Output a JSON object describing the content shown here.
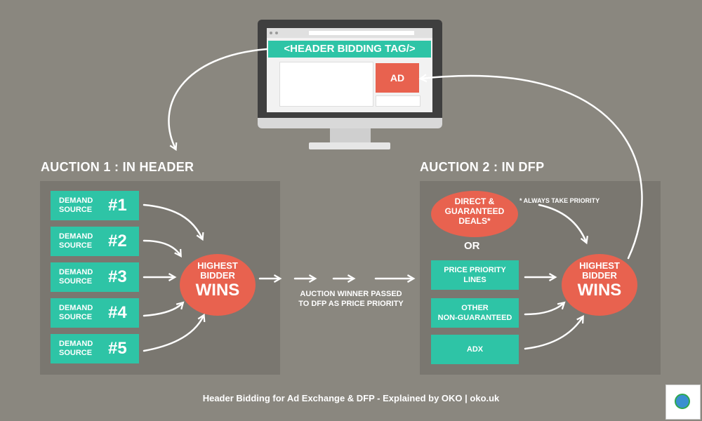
{
  "browser": {
    "header_tag": "<HEADER BIDDING TAG/>",
    "ad_label": "AD"
  },
  "auction1": {
    "title": "AUCTION 1 : IN HEADER",
    "sources": [
      {
        "label": "DEMAND SOURCE",
        "num": "#1"
      },
      {
        "label": "DEMAND SOURCE",
        "num": "#2"
      },
      {
        "label": "DEMAND SOURCE",
        "num": "#3"
      },
      {
        "label": "DEMAND SOURCE",
        "num": "#4"
      },
      {
        "label": "DEMAND SOURCE",
        "num": "#5"
      }
    ],
    "winner": {
      "line1": "HIGHEST",
      "line2": "BIDDER",
      "line3": "WINS"
    }
  },
  "middle": {
    "caption_line1": "AUCTION WINNER PASSED",
    "caption_line2": "TO DFP AS PRICE PRIORITY"
  },
  "auction2": {
    "title": "AUCTION 2 : IN DFP",
    "direct": {
      "line1": "DIRECT &",
      "line2": "GUARANTEED",
      "line3": "DEALS*"
    },
    "priority_note": "* ALWAYS TAKE PRIORITY",
    "or_label": "OR",
    "lines": [
      {
        "line1": "PRICE PRIORITY",
        "line2": "LINES"
      },
      {
        "line1": "OTHER",
        "line2": "NON-GUARANTEED"
      },
      {
        "line1": "ADX",
        "line2": ""
      }
    ],
    "winner": {
      "line1": "HIGHEST",
      "line2": "BIDDER",
      "line3": "WINS"
    }
  },
  "footer": "Header Bidding for Ad Exchange & DFP - Explained by OKO | oko.uk",
  "colors": {
    "background": "#8a877f",
    "panel": "#7a7770",
    "teal": "#2ec4a6",
    "coral": "#e8624f"
  }
}
